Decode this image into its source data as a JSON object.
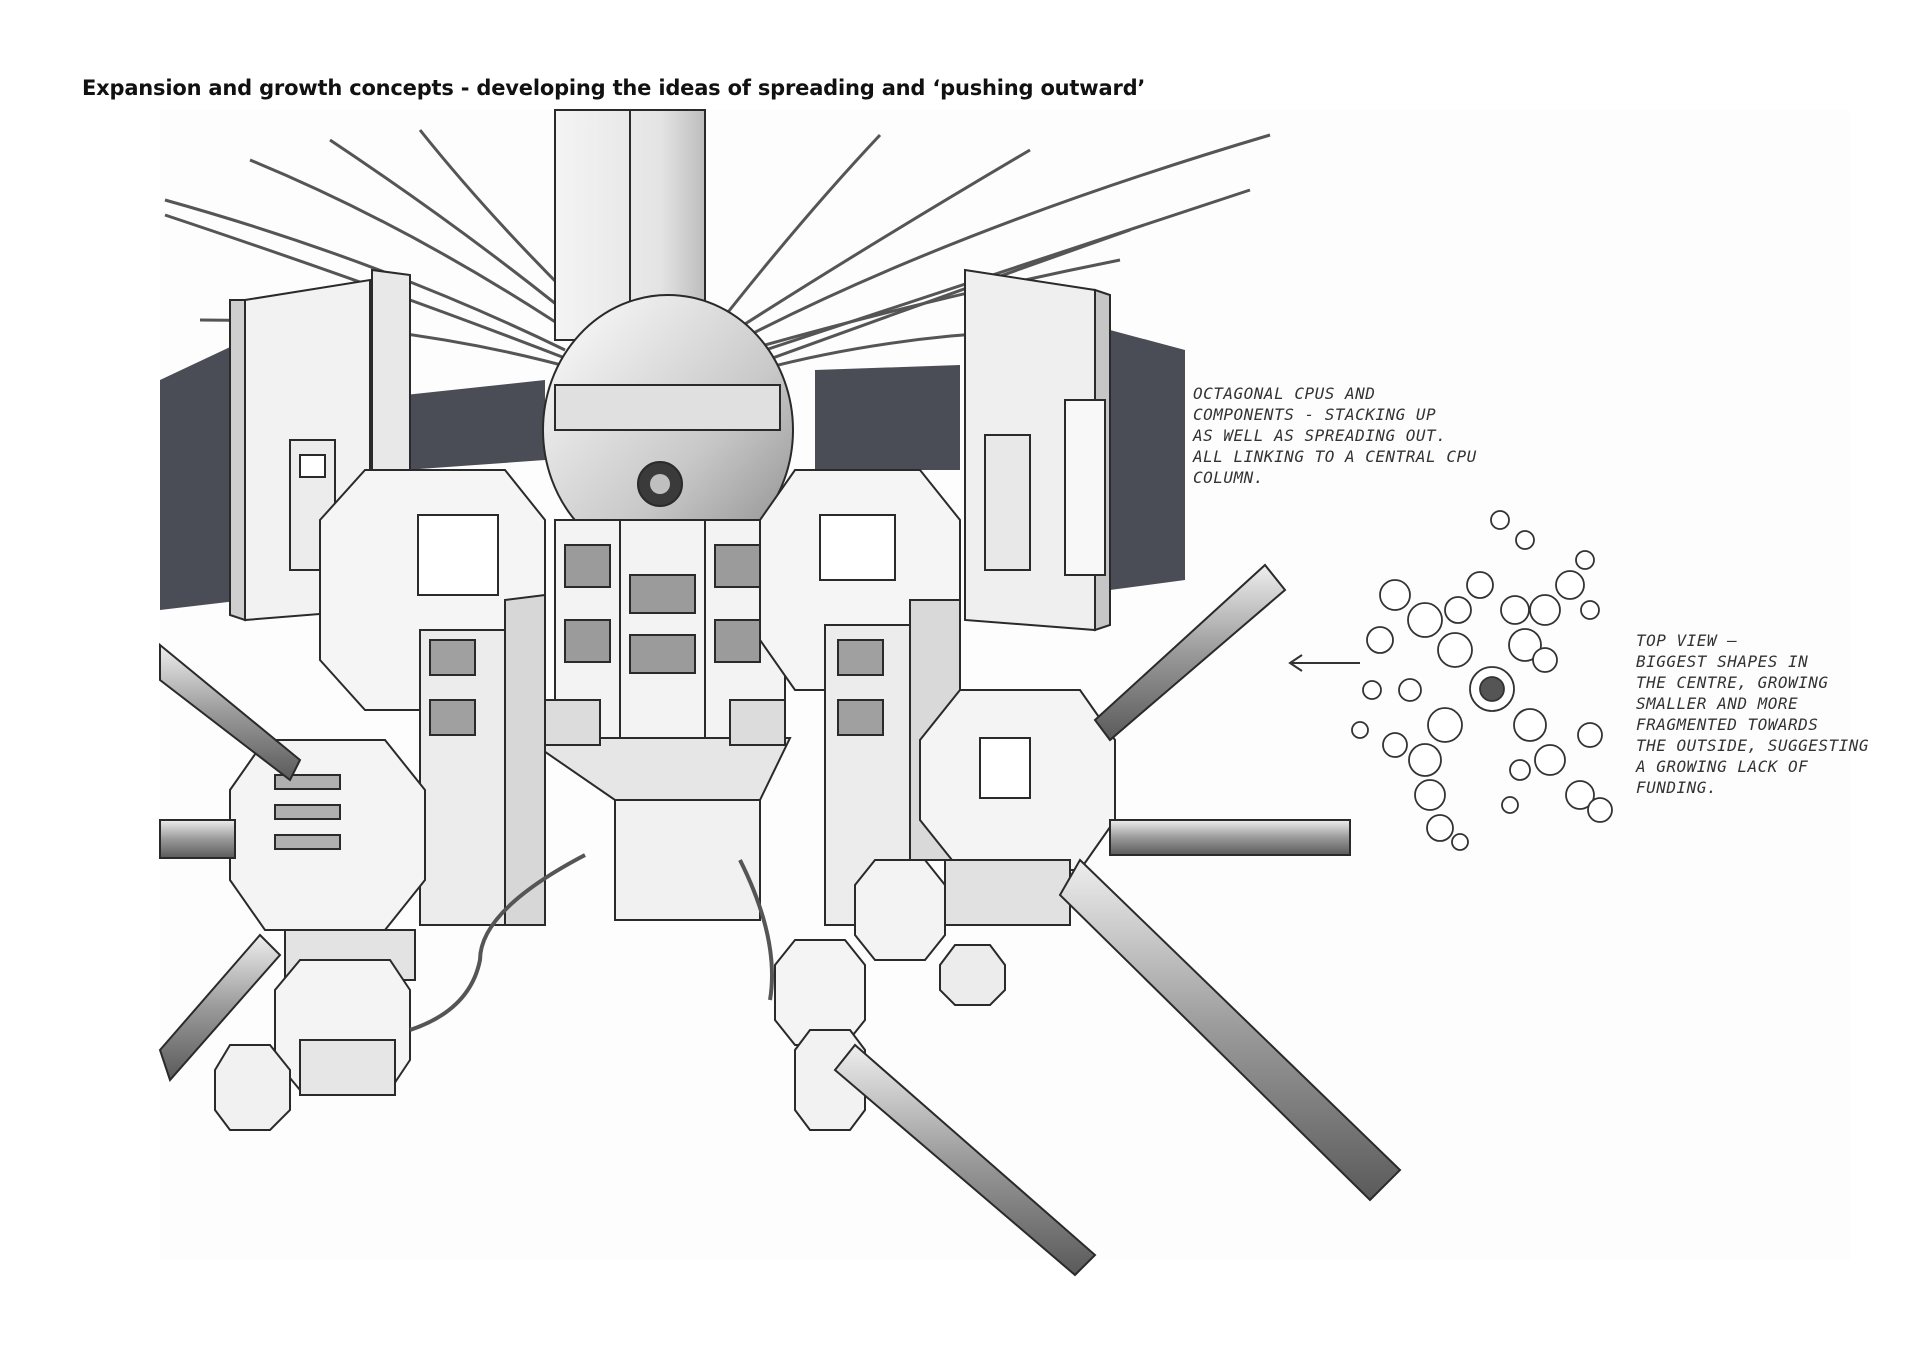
{
  "title": "Expansion and growth concepts - developing the ideas of spreading and ‘pushing outward’",
  "annotations": {
    "cpu_note": {
      "lines": [
        "OCTAGONAL CPUS AND",
        "COMPONENTS - STACKING UP",
        "AS WELL AS SPREADING OUT.",
        "ALL LINKING TO A CENTRAL CPU",
        "COLUMN."
      ]
    },
    "top_view_note": {
      "lines": [
        "TOP VIEW —",
        "BIGGEST SHAPES IN",
        "THE CENTRE, GROWING",
        "SMALLER AND MORE",
        "FRAGMENTED TOWARDS",
        "THE OUTSIDE, SUGGESTING",
        "A GROWING LACK OF",
        "FUNDING."
      ]
    }
  },
  "colors": {
    "ink": "#2a2a2a",
    "dark_marker": "#4a4d55",
    "mid_grey": "#a8a8a8",
    "light_grey": "#d9d9d9",
    "paper": "#fafafa"
  }
}
